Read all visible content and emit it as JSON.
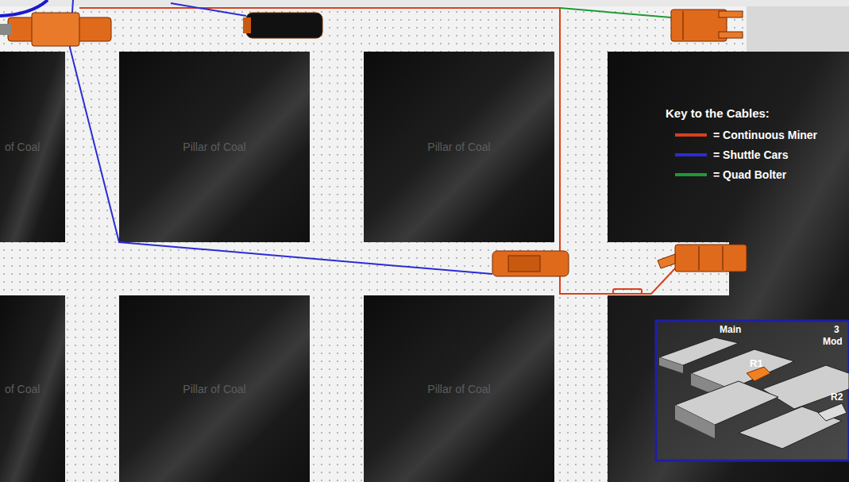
{
  "diagram": {
    "nodes": [
      {
        "text": [
          "of Coal"
        ]
      },
      {
        "text": [
          "Pillar of Coal"
        ]
      },
      {
        "text": [
          "Pillar of Coal"
        ]
      },
      {
        "text": [
          "of Coal"
        ]
      },
      {
        "text": [
          "Pillar of Coal"
        ]
      },
      {
        "text": [
          "Pillar of Coal"
        ]
      }
    ],
    "labels": [
      "Key to the Cables:",
      "Main",
      "3",
      "Mod",
      "R1",
      "R2"
    ],
    "legend": [
      {
        "text": "= Continuous Miner",
        "color": "#d8401c"
      },
      {
        "text": "= Shuttle Cars",
        "color": "#2b2bd6"
      },
      {
        "text": "= Quad Bolter",
        "color": "#1e9a34"
      }
    ]
  }
}
